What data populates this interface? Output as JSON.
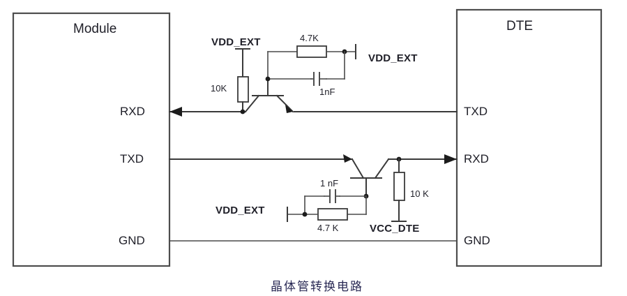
{
  "diagram": {
    "caption": "晶体管转换电路",
    "blocks": {
      "module": {
        "title": "Module",
        "pins": [
          "RXD",
          "TXD",
          "GND"
        ]
      },
      "dte": {
        "title": "DTE",
        "pins": [
          "TXD",
          "RXD",
          "GND"
        ]
      }
    },
    "upper_circuit": {
      "supply_top": "VDD_EXT",
      "pullup_resistor": "10K",
      "base_resistor": "4.7K",
      "supply_right": "VDD_EXT",
      "capacitor": "1nF"
    },
    "lower_circuit": {
      "capacitor": "1 nF",
      "supply_left": "VDD_EXT",
      "base_resistor": "4.7 K",
      "pullup_resistor": "10 K",
      "supply_bottom": "VCC_DTE"
    },
    "colors": {
      "wire": "#3a3a3a",
      "box_border": "#4d4d4d",
      "text": "#1f1f28",
      "caption": "#2a2a55",
      "background": "#ffffff"
    }
  }
}
